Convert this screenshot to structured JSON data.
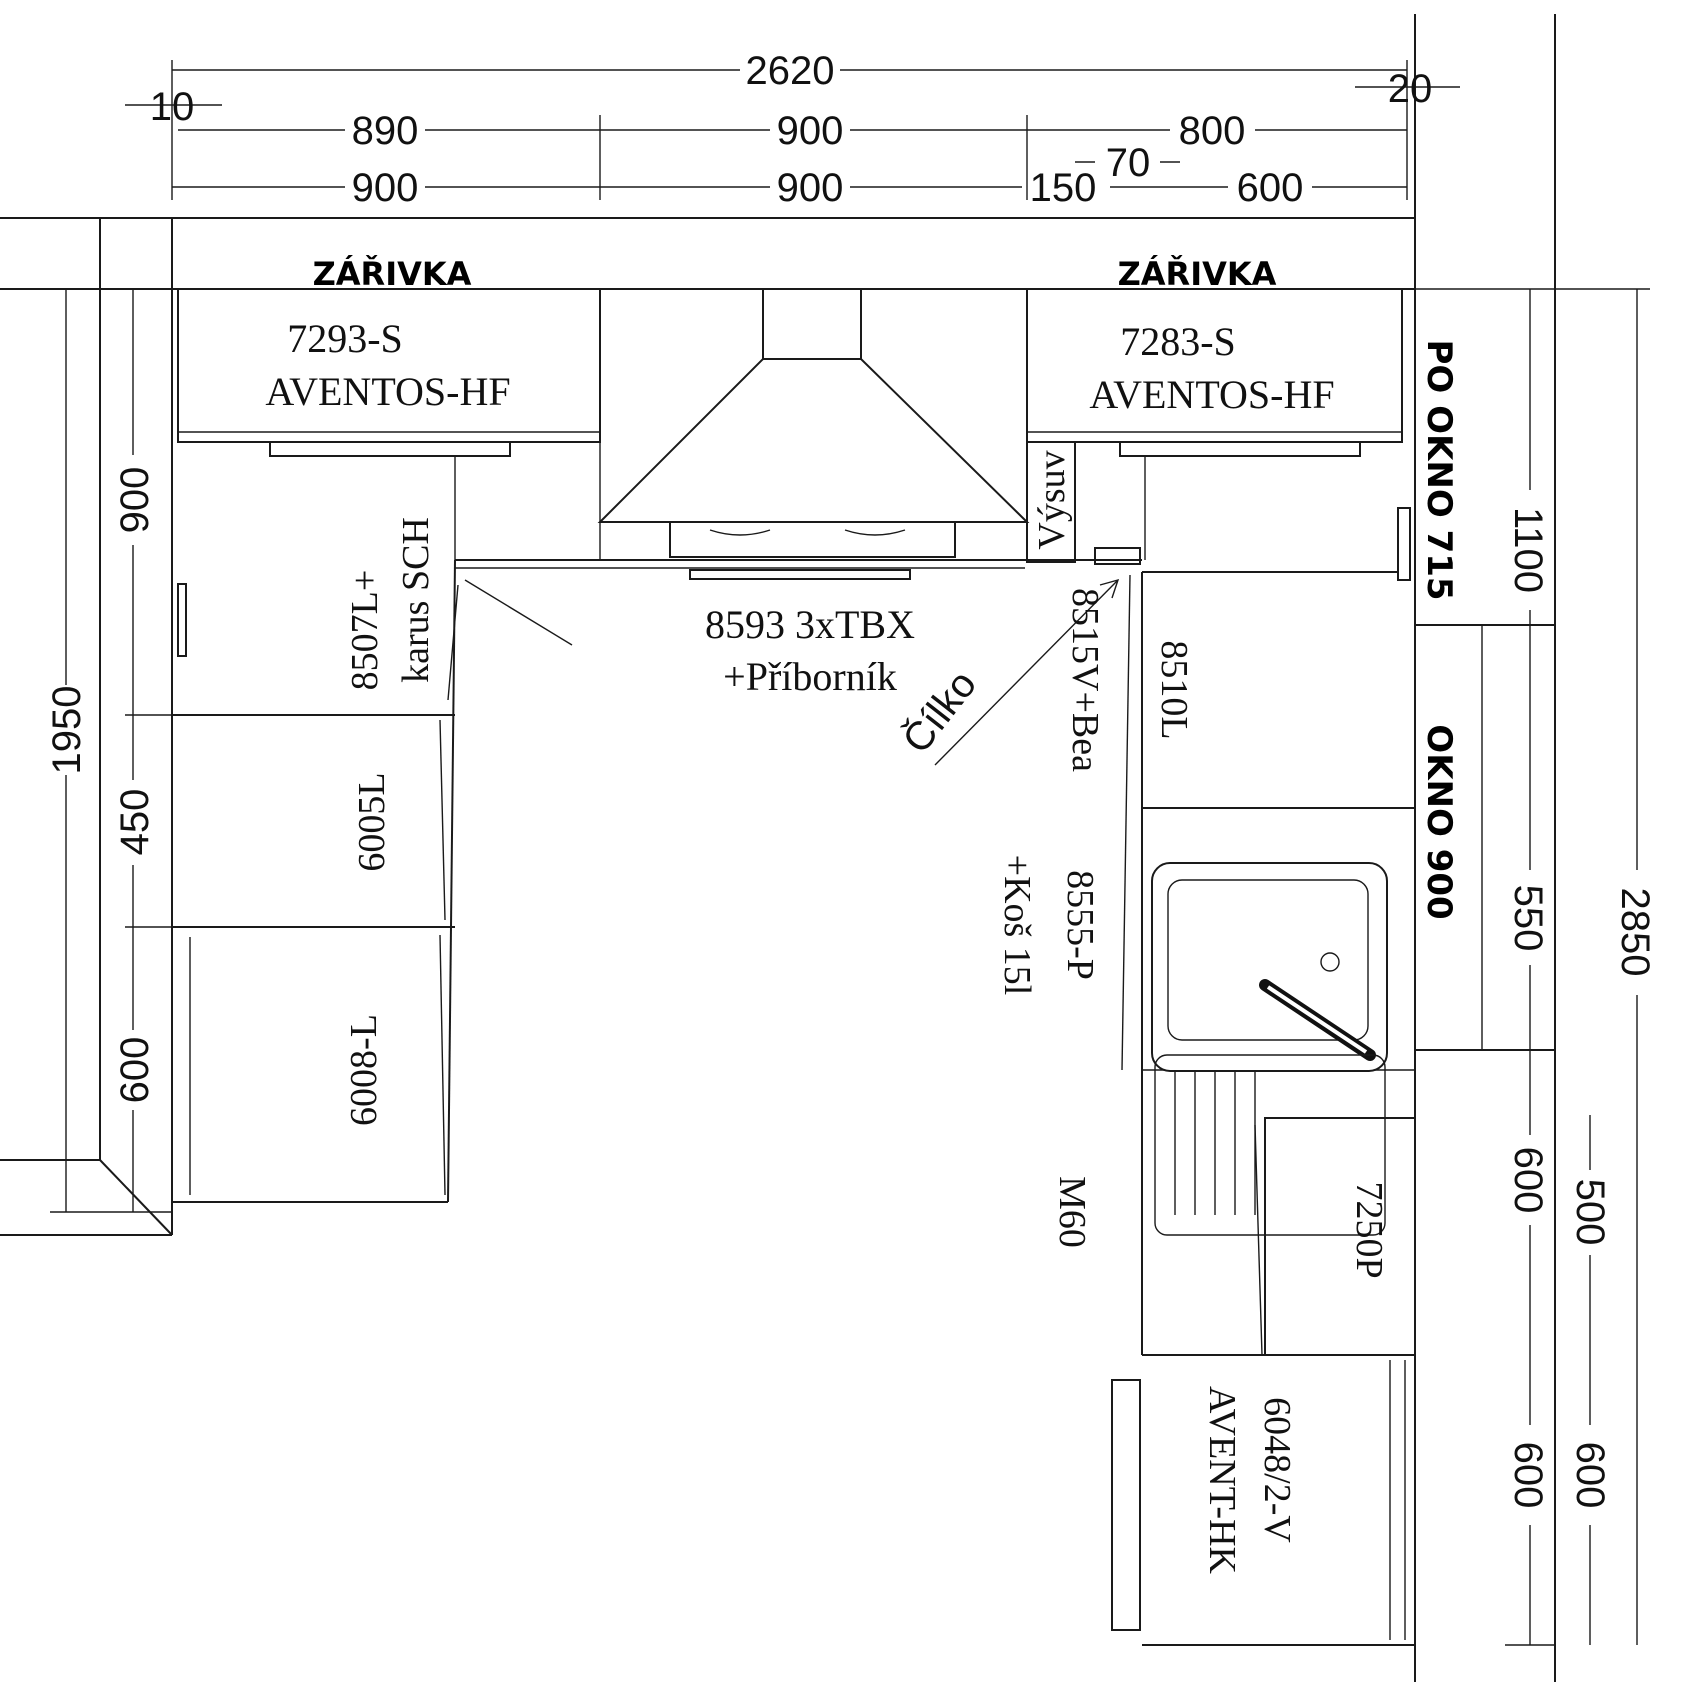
{
  "dimensions": {
    "total_width": "2620",
    "left_offset": "10",
    "right_offset": "20",
    "upper_left": "890",
    "upper_mid": "900",
    "upper_right": "800",
    "gap_70": "70",
    "lower_left": "900",
    "lower_mid": "900",
    "lower_gap": "150",
    "lower_right": "600",
    "left_total": "1950",
    "left_upper": "900",
    "left_mid": "450",
    "left_lower": "600",
    "right_1100": "1100",
    "right_550": "550",
    "right_600a": "600",
    "right_600b": "600",
    "right_500": "500",
    "right_600c": "600",
    "right_total": "2850"
  },
  "labels": {
    "lamp_left": "ZÁŘIVKA",
    "lamp_right": "ZÁŘIVKA",
    "wall_left_code": "7293-S",
    "wall_left_type": "AVENTOS-HF",
    "wall_right_code": "7283-S",
    "wall_right_type": "AVENTOS-HF",
    "vysuv": "Výsuv",
    "corner_left_1": "8507L+",
    "corner_left_2": "karus SCH",
    "drawer_mid_1": "8593 3xTBX",
    "drawer_mid_2": "+Příborník",
    "cilko": "Čílko",
    "corner_right": "8515V+Bea",
    "base_8510": "8510L",
    "sink_1": "8555-P",
    "sink_2": "+Koš 15l",
    "cab_6005": "6005L",
    "cab_6008": "6008-L",
    "m60": "M60",
    "cab_7250": "7250P",
    "tall_1": "6048/2-V",
    "tall_2": "AVENT-HK",
    "window_above": "PO OKNO 715",
    "window": "OKNO 900"
  }
}
